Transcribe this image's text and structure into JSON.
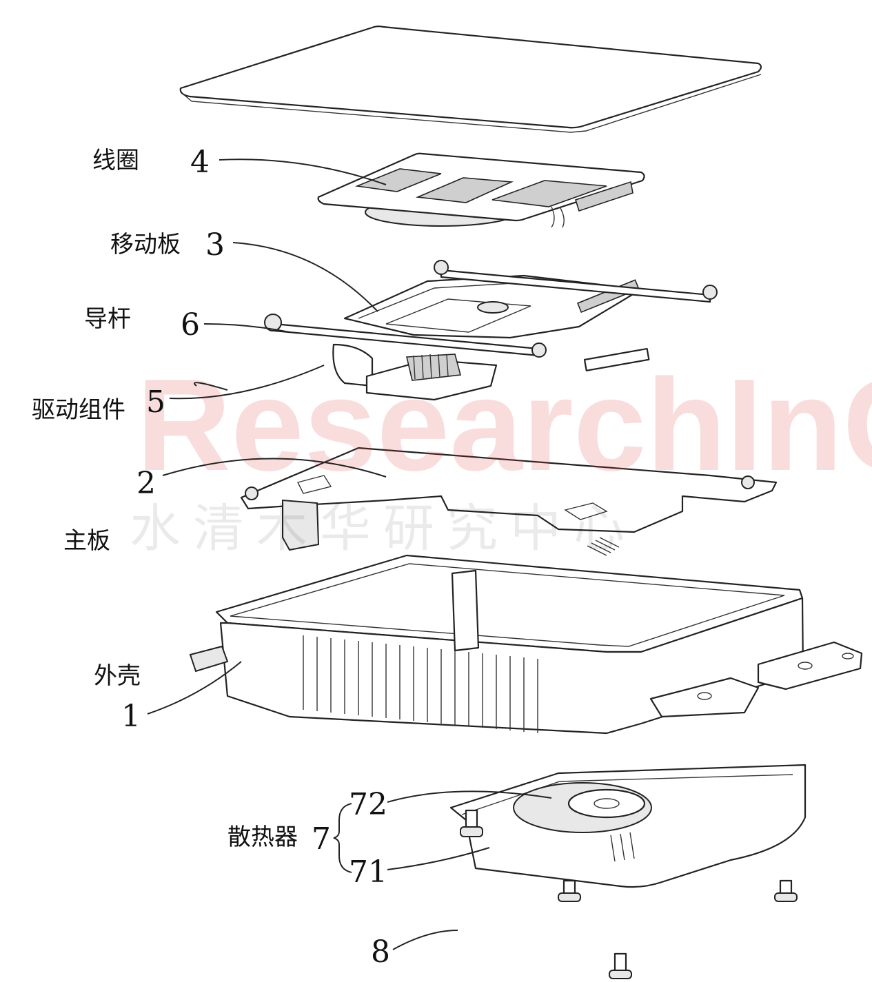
{
  "labels": {
    "coil": "线圈",
    "moving_plate": "移动板",
    "guide_rod": "导杆",
    "drive_assembly": "驱动组件",
    "main_board": "主板",
    "housing": "外壳",
    "heat_sink": "散热器"
  },
  "numbers": {
    "n4": "4",
    "n3": "3",
    "n6": "6",
    "n5": "5",
    "n2": "2",
    "n1": "1",
    "n7": "7",
    "n72": "72",
    "n71": "71",
    "n8": "8"
  },
  "watermark": {
    "text_en": "ResearchInChina",
    "text_cn": "水清木华研究中心",
    "color": "#e03030"
  }
}
